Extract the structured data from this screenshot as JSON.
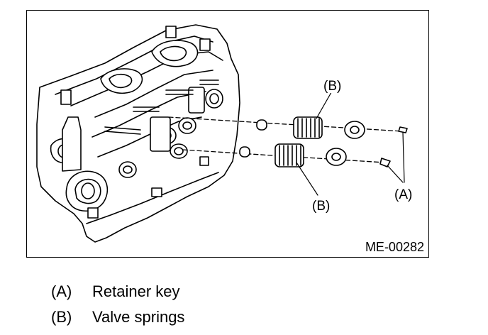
{
  "figure": {
    "id_label": "ME-00282",
    "callouts": {
      "b_upper": "(B)",
      "b_lower": "(B)",
      "a_right": "(A)"
    }
  },
  "legend": [
    {
      "key": "(A)",
      "text": "Retainer key"
    },
    {
      "key": "(B)",
      "text": "Valve springs"
    }
  ]
}
